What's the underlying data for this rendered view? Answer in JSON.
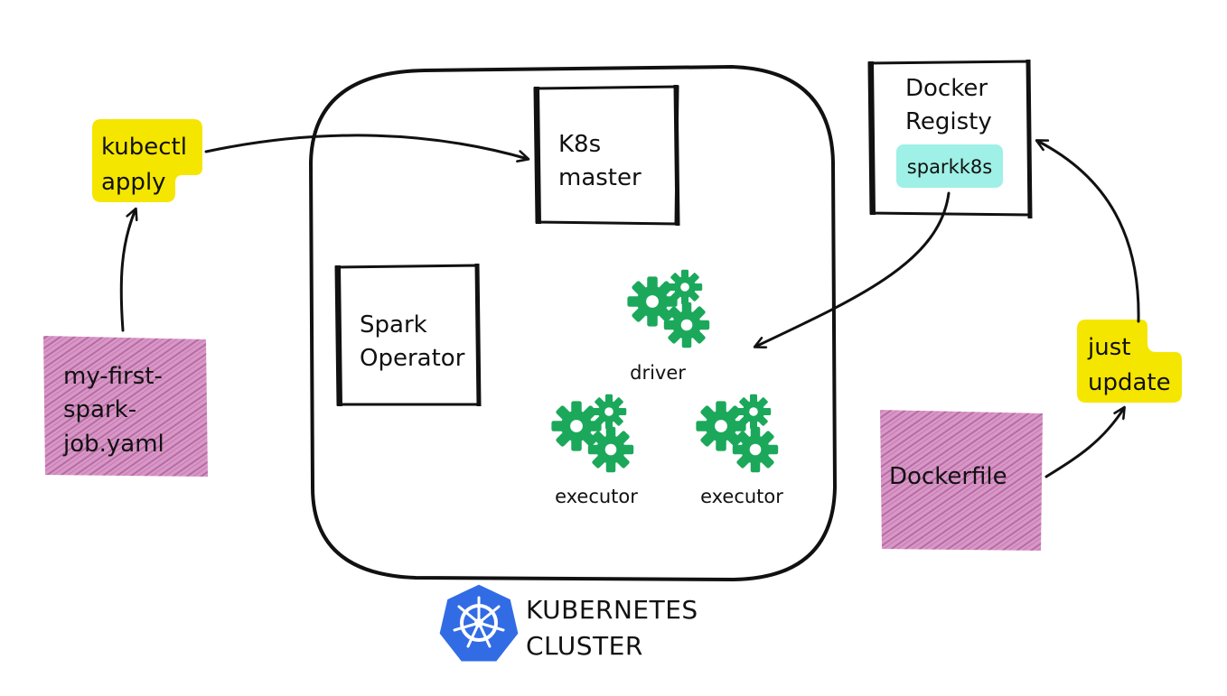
{
  "colors": {
    "ink": "#111111",
    "note_pink": "#cc88bb",
    "note_yellow": "#f5e600",
    "tag_cyan": "#9ff0e6",
    "gear_green": "#1ba85b",
    "k8s_blue": "#326ce5"
  },
  "notes": {
    "job_yaml": [
      "my-first-",
      "spark-",
      "job.yaml"
    ],
    "dockerfile": "Dockerfile",
    "kubectl": [
      "kubectl",
      "apply"
    ],
    "just_update": [
      "just",
      "update"
    ]
  },
  "cluster": {
    "label": [
      "KUBERNETES",
      "CLUSTER"
    ],
    "icon": "kubernetes-helm-wheel-icon"
  },
  "boxes": {
    "k8s_master": [
      "K8s",
      "master"
    ],
    "spark_operator": [
      "Spark",
      "Operator"
    ],
    "docker_registry": [
      "Docker",
      "Registy"
    ],
    "registry_image": "sparkk8s"
  },
  "pods": {
    "driver": "driver",
    "executor_1": "executor",
    "executor_2": "executor"
  }
}
